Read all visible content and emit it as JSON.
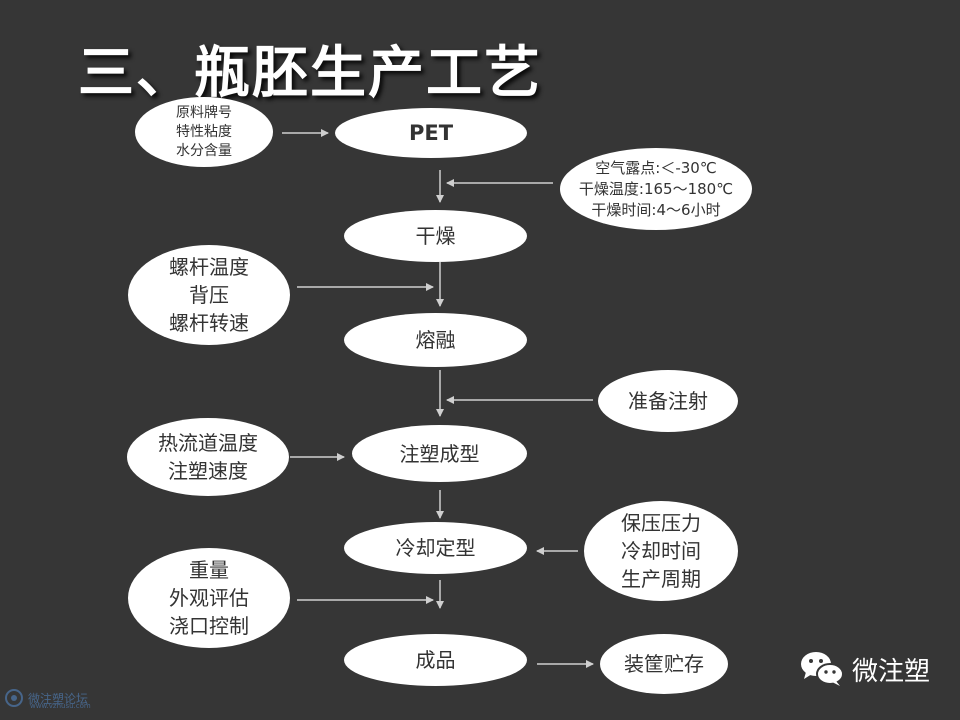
{
  "title": "三、瓶胚生产工艺",
  "process_steps": [
    "PET",
    "干燥",
    "熔融",
    "注塑成型",
    "冷却定型",
    "成品"
  ],
  "inputs": {
    "pet": [
      "原料牌号",
      "特性粘度",
      "水分含量"
    ],
    "drying": [
      "空气露点:＜-30℃",
      "干燥温度:165～180℃",
      "干燥时间:4～6小时"
    ],
    "melting": [
      "螺杆温度",
      "背压",
      "螺杆转速"
    ],
    "prepare": [
      "准备注射"
    ],
    "molding": [
      "热流道温度",
      "注塑速度"
    ],
    "cooling": [
      "保压压力",
      "冷却时间",
      "生产周期"
    ],
    "product": [
      "重量",
      "外观评估",
      "浇口控制"
    ]
  },
  "output": "装筐贮存",
  "watermark": {
    "text": "微注塑"
  },
  "forum": {
    "name": "微注塑论坛",
    "url": "www.vzhusu.com"
  },
  "colors": {
    "background": "#363636",
    "oval": "#ffffff",
    "line": "#cfcfcf"
  }
}
